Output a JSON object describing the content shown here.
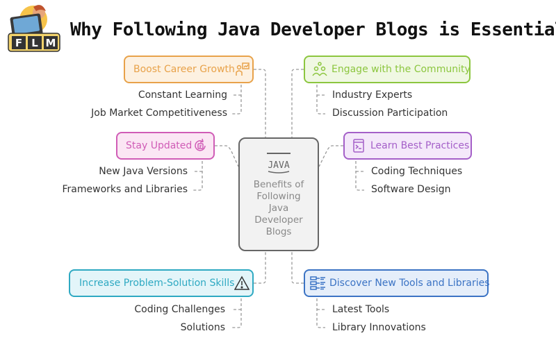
{
  "title": "Why Following Java Developer Blogs is Essential",
  "logo_text": "FLM",
  "center": {
    "icon_text": "JAVA",
    "label": "Benefits of\nFollowing\nJava\nDeveloper\nBlogs"
  },
  "left": [
    {
      "label": "Boost Career Growth",
      "icon": "career-growth-icon",
      "color": "#e8a24a",
      "bg": "#fdf1e1",
      "subs": [
        "Constant Learning",
        "Job Market Competitiveness"
      ]
    },
    {
      "label": "Stay Updated",
      "icon": "update-icon",
      "color": "#d05cb6",
      "bg": "#fbe6f4",
      "subs": [
        "New Java Versions",
        "Frameworks and Libraries"
      ]
    },
    {
      "label": "Increase Problem-Solution Skills",
      "icon": "warning-icon",
      "color": "#2ea9c2",
      "bg": "#e3f5f9",
      "subs": [
        "Coding Challenges",
        "Solutions"
      ]
    }
  ],
  "right": [
    {
      "label": "Engage with the Community",
      "icon": "community-icon",
      "color": "#8cc63f",
      "bg": "#f0f8e3",
      "subs": [
        "Industry Experts",
        "Discussion Participation"
      ]
    },
    {
      "label": "Learn Best Practices",
      "icon": "code-file-icon",
      "color": "#a45fc8",
      "bg": "#f4e8fa",
      "subs": [
        "Coding Techniques",
        "Software Design"
      ]
    },
    {
      "label": "Discover New Tools and Libraries",
      "icon": "tools-icon",
      "color": "#3b73c4",
      "bg": "#e5eefa",
      "subs": [
        "Latest Tools",
        "Library Innovations"
      ]
    }
  ]
}
